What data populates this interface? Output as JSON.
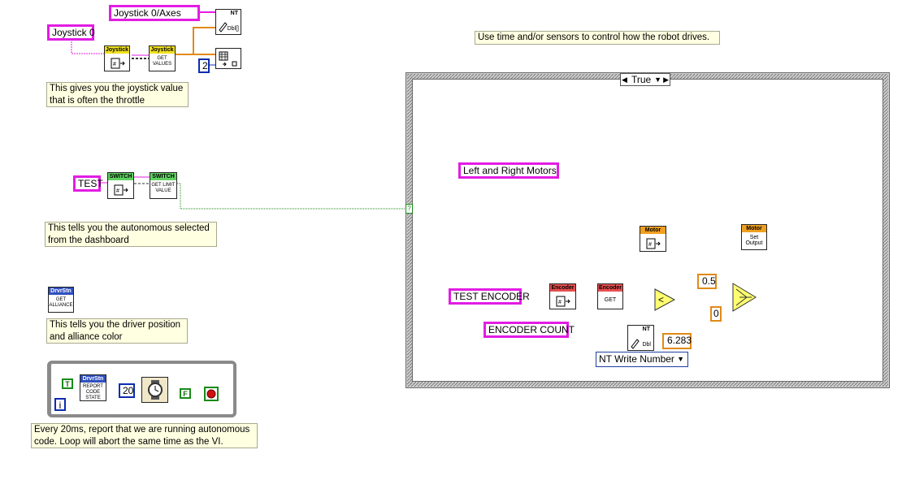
{
  "diagram": {
    "labels": {
      "joystick_axes": "Joystick 0/Axes",
      "joystick0": "Joystick 0",
      "test": "TEST",
      "left_right_motors": "Left and Right Motors",
      "test_encoder": "TEST ENCODER",
      "encoder_count": "ENCODER COUNT"
    },
    "notes": {
      "joystick_note": "This gives you the joystick value that is often the throttle",
      "auto_note": "This tells you the autonomous selected from the dashboard",
      "driver_note": "This tells you the driver position and alliance color",
      "loop_note": "Every 20ms, report that we are running autonomous code. Loop will abort the same time as the VI.",
      "robot_note": "Use time and/or sensors to control how the robot drives."
    },
    "case_selector": {
      "value": "True"
    },
    "constants": {
      "index": "2",
      "wait_ms": "20",
      "half": "0.5",
      "zero": "0",
      "two_pi": "6.283",
      "true_const": "T",
      "false_const": "F",
      "loop_i": "i"
    },
    "nt_write_dropdown": "NT Write Number",
    "vis": {
      "nt_read": {
        "head": "NT",
        "body": "Dbl[]"
      },
      "joy_open": {
        "head": "Joystick",
        "body": ""
      },
      "joy_get": {
        "head": "Joystick",
        "body": "GET VALUES"
      },
      "switch_open": {
        "head": "SWITCH",
        "body": ""
      },
      "switch_get": {
        "head": "SWITCH",
        "body": "GET LIMIT VALUE"
      },
      "drvr_alliance": {
        "head": "DrvrStn",
        "body": "GET ALLIANCE"
      },
      "drvr_report": {
        "head": "DrvrStn",
        "body": "REPORT CODE STATE"
      },
      "motor_open": {
        "head": "Motor",
        "body": ""
      },
      "motor_set": {
        "head": "Motor",
        "body": "Set Output"
      },
      "enc_open": {
        "head": "Encoder",
        "body": ""
      },
      "enc_get": {
        "head": "Encoder",
        "body": "GET"
      },
      "nt_write": {
        "head": "NT",
        "body": "Dbl"
      }
    },
    "colors": {
      "string_wire": "#e31ce3",
      "double_wire": "#e08a16",
      "int_wire": "#0c2bb0",
      "bool_wire": "#1a8a1a"
    }
  }
}
